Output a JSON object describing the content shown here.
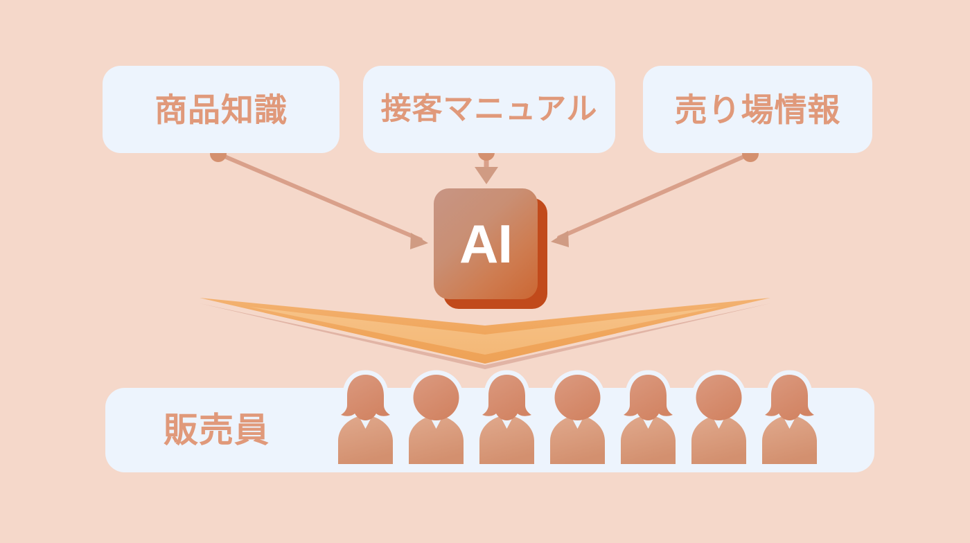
{
  "diagram": {
    "title_text_color": "#E0997A",
    "background_color": "#F5D8CA",
    "box_fill_color": "#EDF4FD",
    "accent_color": "#CC6733",
    "arrow_color": "#F0A962",
    "sources": [
      {
        "id": "product-knowledge",
        "label": "商品知識"
      },
      {
        "id": "service-manual",
        "label": "接客マニュアル"
      },
      {
        "id": "floor-info",
        "label": "売り場情報"
      }
    ],
    "processor": {
      "id": "ai-chip",
      "label": "AI"
    },
    "target": {
      "id": "staff",
      "label": "販売員",
      "person_count": 7,
      "person_styles": [
        "hair",
        "plain",
        "hair",
        "plain",
        "hair",
        "plain",
        "hair"
      ]
    },
    "connectors": [
      {
        "id": "connector-product-knowledge",
        "from": "product-knowledge",
        "to": "ai-chip",
        "style": "dot-to-arrow"
      },
      {
        "id": "connector-service-manual",
        "from": "service-manual",
        "to": "ai-chip",
        "style": "dot-to-arrow"
      },
      {
        "id": "connector-floor-info",
        "from": "floor-info",
        "to": "ai-chip",
        "style": "dot-to-arrow"
      }
    ],
    "flow_arrow": {
      "id": "ai-to-staff-arrow",
      "direction": "down",
      "shape": "chevron"
    }
  }
}
